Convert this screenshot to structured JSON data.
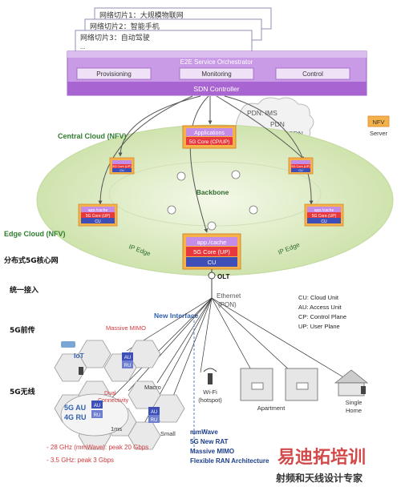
{
  "slices": [
    "网络切片1：大规模物联网",
    "网络切片2：智能手机",
    "网络切片3：自动驾驶",
    "..."
  ],
  "orchestrator": {
    "title": "E2E Service Orchestrator",
    "buttons": [
      "Provisioning",
      "Monitoring",
      "Control"
    ],
    "sdn": "SDN Controller"
  },
  "pdn": {
    "ims": "PDN: IMS",
    "pdn1": "PDN",
    "pdn2": "PDN"
  },
  "nfv_legend": {
    "badge": "NFV",
    "caption": "Server"
  },
  "central_cloud": {
    "label": "Central Cloud (NFV)",
    "app_box": {
      "top": "Applications",
      "bottom": "5G Core (CP/UP)"
    },
    "backbone": "Backbone"
  },
  "mini_nodes": {
    "left_small": {
      "top": "",
      "mid": "5G Core (UP)",
      "bottom": "CU"
    },
    "right_small": {
      "top": "",
      "mid": "5G Core (UP)",
      "bottom": "CU"
    },
    "left_big": {
      "top": "app./cache",
      "mid": "5G Core (UP)",
      "bottom": "CU"
    },
    "right_big": {
      "top": "app./cache",
      "mid": "5G Core (UP)",
      "bottom": "CU"
    }
  },
  "edge": {
    "label": "Edge Cloud (NFV)",
    "ip_edge_left": "IP Edge",
    "ip_edge_right": "IP Edge",
    "node": {
      "top": "app./cache",
      "mid": "5G Core (UP)",
      "bottom": "CU"
    }
  },
  "olt": "OLT",
  "ethernet": {
    "line1": "Ethernet",
    "line2": "(PON)"
  },
  "new_interface": "New Interface",
  "side_labels": [
    "分布式5G核心网",
    "统一接入",
    "5G前传",
    "5G无线"
  ],
  "legend": [
    "CU: Cloud Unit",
    "AU: Access Unit",
    "CP: Control Plane",
    "UP: User Plane"
  ],
  "ran": {
    "iot": "IoT",
    "massive_mimo": "Massive MIMO",
    "macro": "Macro",
    "dual_connectivity": "Dual\nConnectivity",
    "au": "AU",
    "ru": "RU",
    "big_au": "5G AU",
    "big_ru": "4G RU",
    "lms": "1ms",
    "small": "Small"
  },
  "wifi": {
    "line1": "Wi-Fi",
    "line2": "(hotspot)"
  },
  "apartment": "Apartment",
  "single_home": {
    "line1": "Single",
    "line2": "Home"
  },
  "features": [
    "mmWave",
    "5G New RAT",
    "Massive MIMO",
    "Flexible RAN Architecture"
  ],
  "spectrum": [
    "- 28 GHz (mmWave): peak 20 Gbps",
    "- 3.5 GHz: peak 3 Gbps"
  ],
  "watermark": {
    "main": "易迪拓培训",
    "sub": "射频和天线设计专家"
  },
  "colors": {
    "purple": "#b77bd9",
    "purple_dark": "#8b4fb8",
    "cloud_green": "#dcebc2",
    "orange": "#f29a38",
    "red_core": "#e8383d",
    "cu_blue": "#3f4fb8",
    "green_label": "#2e7d2e",
    "blue_label": "#2f60b0",
    "watermark": "#cc2a2a"
  }
}
